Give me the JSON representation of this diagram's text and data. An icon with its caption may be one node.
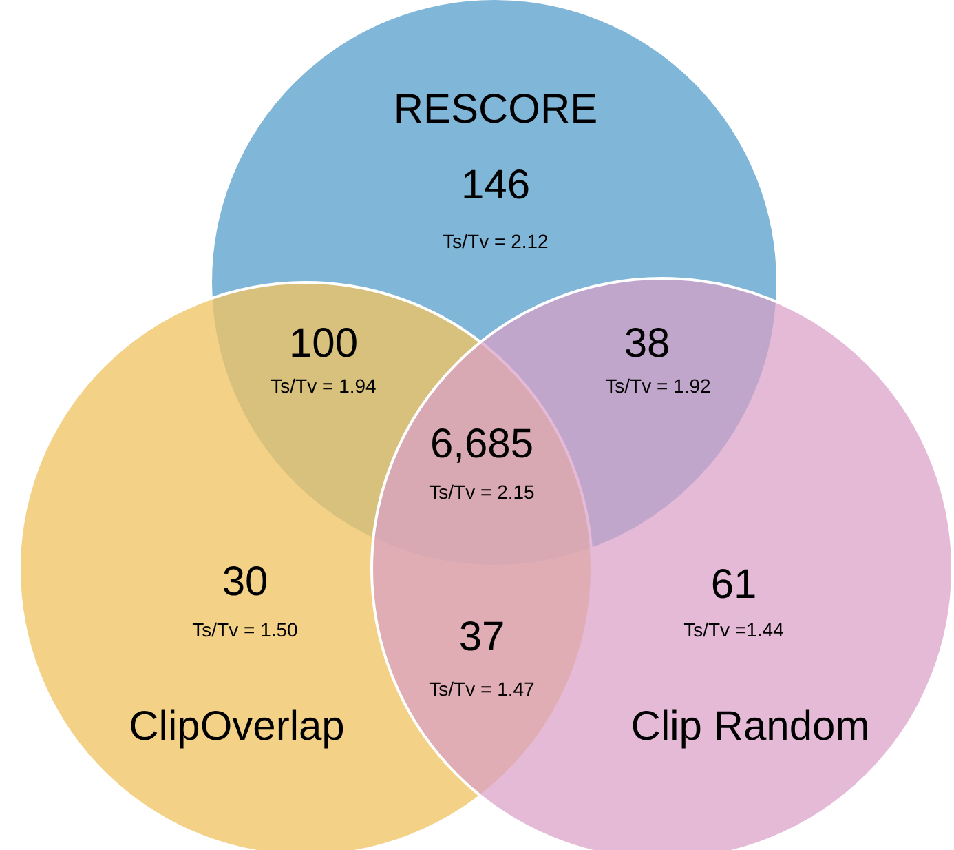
{
  "diagram": {
    "nodes": [
      {
        "text": [
          "RESCORE",
          "146",
          "Ts/Tv = 2.12"
        ]
      },
      {
        "text": [
          "30",
          "Ts/Tv = 1.50",
          "ClipOverlap"
        ]
      },
      {
        "text": [
          "61",
          "Ts/Tv =1.44",
          "Clip Random"
        ]
      }
    ],
    "labels": [
      "100",
      "Ts/Tv = 1.94",
      "38",
      "Ts/Tv = 1.92",
      "6,685",
      "Ts/Tv = 2.15",
      "37",
      "Ts/Tv = 1.47"
    ]
  }
}
